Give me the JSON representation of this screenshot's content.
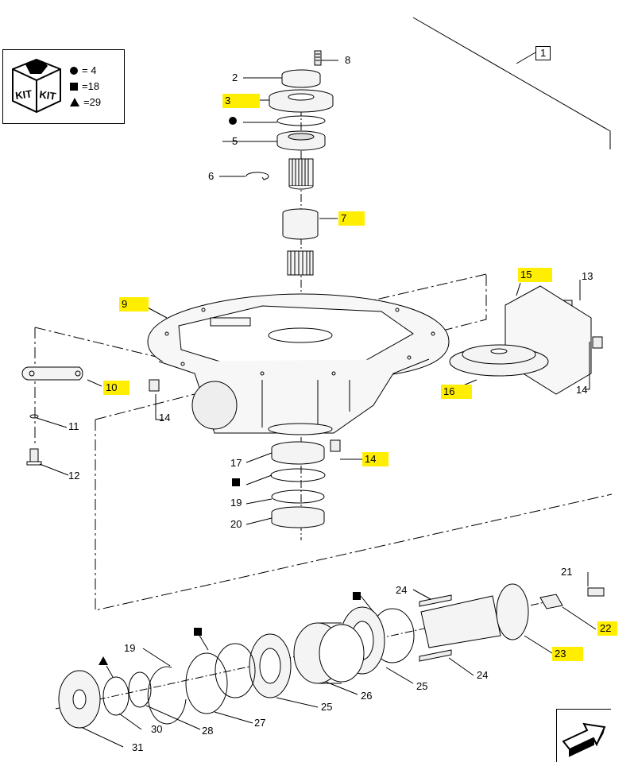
{
  "legend": {
    "kit_label": "KIT",
    "rows": [
      {
        "symbol": "circle",
        "eq": "=",
        "value": "4"
      },
      {
        "symbol": "square",
        "eq": "=",
        "value": "18"
      },
      {
        "symbol": "triangle",
        "eq": "=",
        "value": "29"
      }
    ]
  },
  "callouts": [
    {
      "id": "c1",
      "text": "1",
      "highlight": false
    },
    {
      "id": "c2",
      "text": "2",
      "highlight": false
    },
    {
      "id": "c3",
      "text": "3",
      "highlight": true
    },
    {
      "id": "c5",
      "text": "5",
      "highlight": false
    },
    {
      "id": "c6",
      "text": "6",
      "highlight": false
    },
    {
      "id": "c7",
      "text": "7",
      "highlight": true
    },
    {
      "id": "c8",
      "text": "8",
      "highlight": false
    },
    {
      "id": "c9",
      "text": "9",
      "highlight": true
    },
    {
      "id": "c10",
      "text": "10",
      "highlight": true
    },
    {
      "id": "c11",
      "text": "11",
      "highlight": false
    },
    {
      "id": "c12",
      "text": "12",
      "highlight": false
    },
    {
      "id": "c13",
      "text": "13",
      "highlight": false
    },
    {
      "id": "c14a",
      "text": "14",
      "highlight": false
    },
    {
      "id": "c14b",
      "text": "14",
      "highlight": false
    },
    {
      "id": "c14c",
      "text": "14",
      "highlight": true
    },
    {
      "id": "c15",
      "text": "15",
      "highlight": true
    },
    {
      "id": "c16",
      "text": "16",
      "highlight": true
    },
    {
      "id": "c17",
      "text": "17",
      "highlight": false
    },
    {
      "id": "c19a",
      "text": "19",
      "highlight": false
    },
    {
      "id": "c19b",
      "text": "19",
      "highlight": false
    },
    {
      "id": "c20",
      "text": "20",
      "highlight": false
    },
    {
      "id": "c21",
      "text": "21",
      "highlight": false
    },
    {
      "id": "c22",
      "text": "22",
      "highlight": true
    },
    {
      "id": "c23",
      "text": "23",
      "highlight": true
    },
    {
      "id": "c24a",
      "text": "24",
      "highlight": false
    },
    {
      "id": "c24b",
      "text": "24",
      "highlight": false
    },
    {
      "id": "c25a",
      "text": "25",
      "highlight": false
    },
    {
      "id": "c25b",
      "text": "25",
      "highlight": false
    },
    {
      "id": "c26",
      "text": "26",
      "highlight": false
    },
    {
      "id": "c27",
      "text": "27",
      "highlight": false
    },
    {
      "id": "c28",
      "text": "28",
      "highlight": false
    },
    {
      "id": "c30",
      "text": "30",
      "highlight": false
    },
    {
      "id": "c31",
      "text": "31",
      "highlight": false
    }
  ],
  "colors": {
    "highlight": "#ffee00",
    "line": "#000000",
    "part_fill": "#f2f2f2"
  }
}
